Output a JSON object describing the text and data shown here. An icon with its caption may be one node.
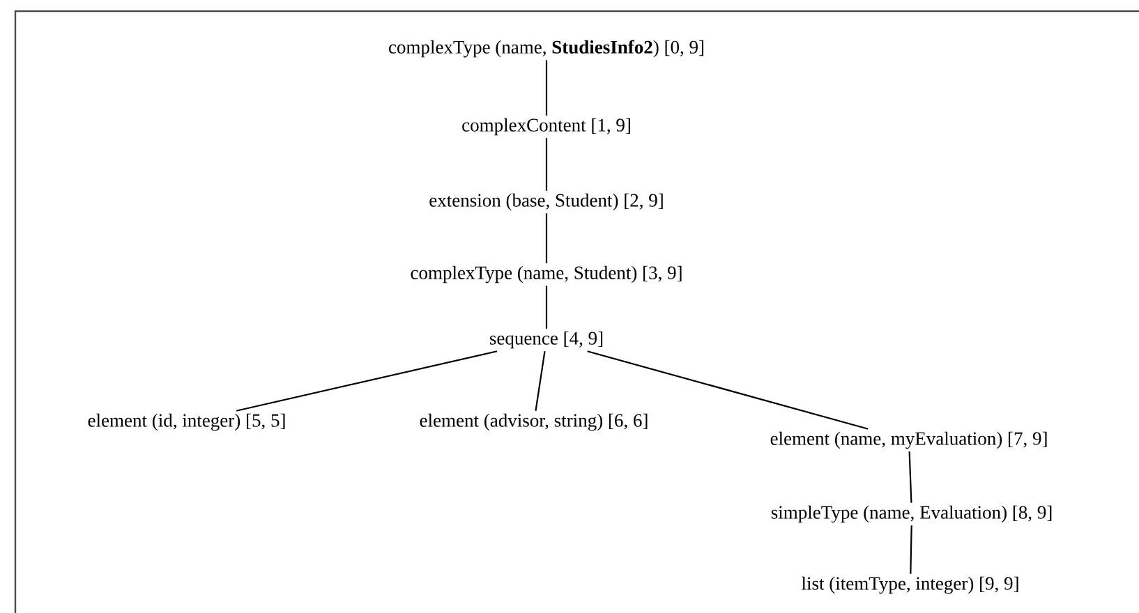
{
  "diagram": {
    "nodes": [
      {
        "text": [
          "complexType (name, **StudiesInfo2**) [0, 9]"
        ]
      },
      {
        "text": [
          "complexContent [1, 9]"
        ]
      },
      {
        "text": [
          "extension (base, Student) [2, 9]"
        ]
      },
      {
        "text": [
          "complexType (name, Student) [3, 9]"
        ]
      },
      {
        "text": [
          "sequence [4, 9]"
        ]
      },
      {
        "text": [
          "element (id, integer) [5, 5]"
        ]
      },
      {
        "text": [
          "element (advisor, string) [6, 6]"
        ]
      },
      {
        "text": [
          "element (name, myEvaluation) [7, 9]"
        ]
      },
      {
        "text": [
          "simpleType (name, Evaluation) [8, 9]"
        ]
      },
      {
        "text": [
          "list (itemType, integer) [9, 9]"
        ]
      }
    ],
    "edges": [
      {
        "from": 0,
        "to": 1,
        "arrow": "none"
      },
      {
        "from": 1,
        "to": 2,
        "arrow": "none"
      },
      {
        "from": 2,
        "to": 3,
        "arrow": "none"
      },
      {
        "from": 3,
        "to": 4,
        "arrow": "none"
      },
      {
        "from": 4,
        "to": 5,
        "arrow": "none"
      },
      {
        "from": 4,
        "to": 6,
        "arrow": "none"
      },
      {
        "from": 4,
        "to": 7,
        "arrow": "none"
      },
      {
        "from": 7,
        "to": 8,
        "arrow": "none"
      },
      {
        "from": 8,
        "to": 9,
        "arrow": "none"
      }
    ]
  }
}
